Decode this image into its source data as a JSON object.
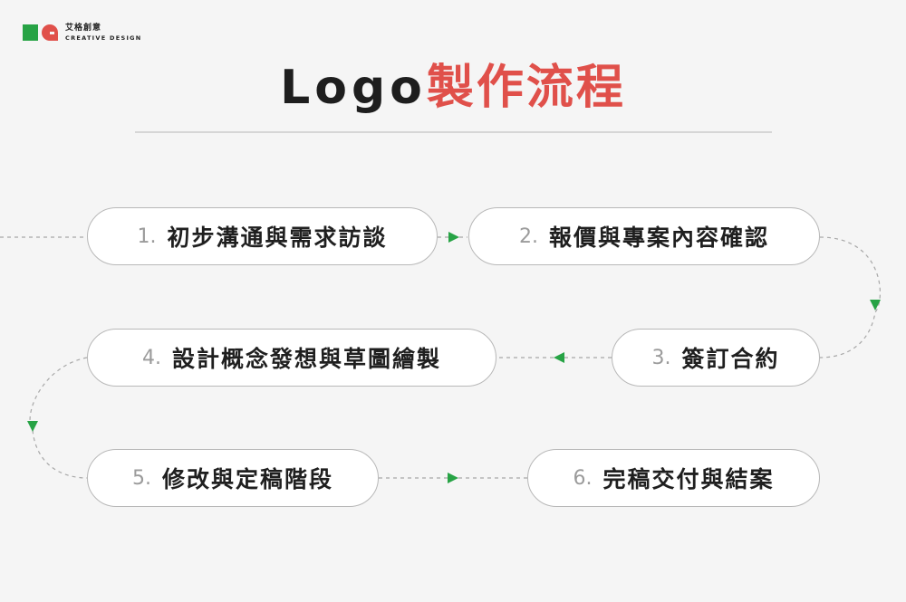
{
  "brand": {
    "name_cn": "艾格創意",
    "name_en": "CREATIVE DESIGN",
    "colors": {
      "green": "#27a345",
      "red": "#e0504a"
    }
  },
  "title": {
    "en": "Logo",
    "cn": "製作流程"
  },
  "colors": {
    "accent_red": "#e0504a",
    "arrow_green": "#27a345",
    "line_gray": "#a8a8a8",
    "text_dark": "#1f1f1f",
    "text_num": "#9b9b9b"
  },
  "steps": [
    {
      "num": "1.",
      "label": "初步溝通與需求訪談"
    },
    {
      "num": "2.",
      "label": "報價與專案內容確認"
    },
    {
      "num": "3.",
      "label": "簽訂合約"
    },
    {
      "num": "4.",
      "label": "設計概念發想與草圖繪製"
    },
    {
      "num": "5.",
      "label": "修改與定稿階段"
    },
    {
      "num": "6.",
      "label": "完稿交付與結案"
    }
  ]
}
